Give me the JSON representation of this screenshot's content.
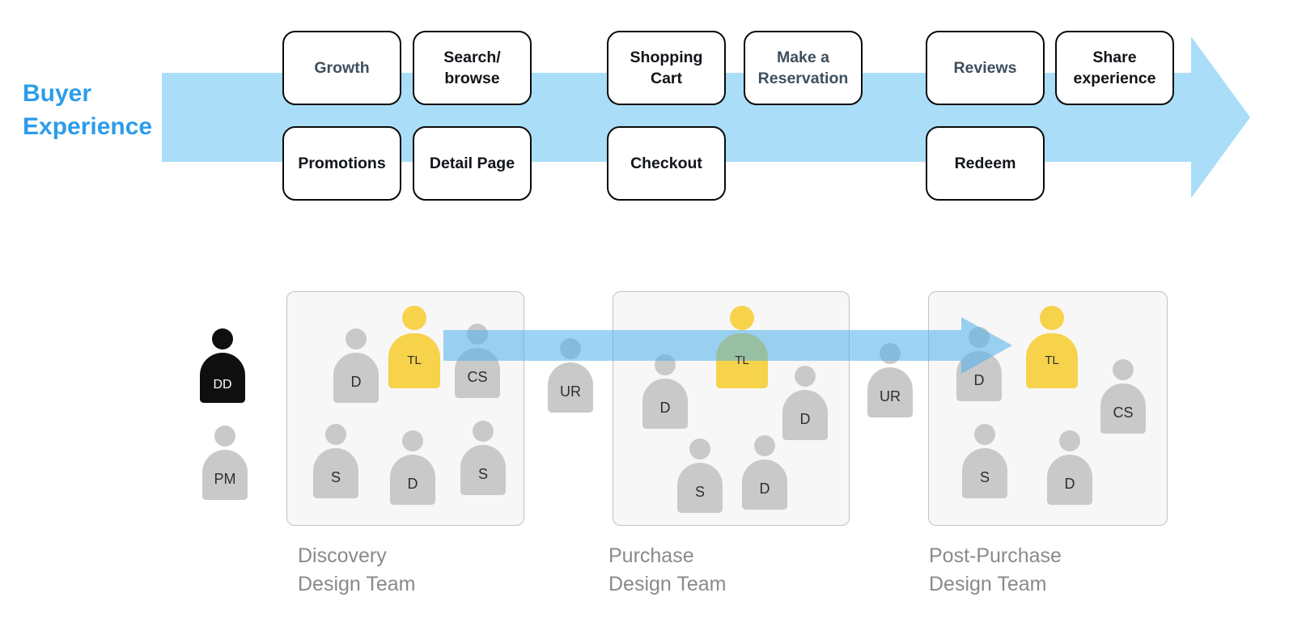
{
  "title": "Buyer\nExperience",
  "colors": {
    "title": "#2D9CEA",
    "journey_arrow": "#A9DDF8",
    "team_arrow": "rgba(77,175,235,0.55)",
    "person_gray": "#C9C9C9",
    "person_yellow": "#F7D24B",
    "person_black": "#0F0F0F",
    "stage_border": "#0A0A0A",
    "team_box_bg": "#F7F7F7",
    "team_box_border": "#C2C2C2",
    "caption_text": "#8A8A8A"
  },
  "journey": {
    "stages": [
      {
        "label": "Growth",
        "tone": "slate"
      },
      {
        "label": "Search/\nbrowse",
        "tone": "dark"
      },
      {
        "label": "Shopping\nCart",
        "tone": "dark"
      },
      {
        "label": "Make a\nReservation",
        "tone": "slate"
      },
      {
        "label": "Reviews",
        "tone": "slate"
      },
      {
        "label": "Share\nexperience",
        "tone": "dark"
      },
      {
        "label": "Promotions",
        "tone": "dark"
      },
      {
        "label": "Detail Page",
        "tone": "dark"
      },
      {
        "label": "Checkout",
        "tone": "dark"
      },
      {
        "label": "Redeem",
        "tone": "dark"
      }
    ]
  },
  "org": {
    "left_roles": [
      {
        "label": "DD"
      },
      {
        "label": "PM"
      }
    ],
    "between_roles": [
      {
        "label": "UR"
      },
      {
        "label": "UR"
      }
    ],
    "teams": [
      {
        "caption": "Discovery\nDesign Team",
        "members": [
          "D",
          "TL",
          "CS",
          "S",
          "D",
          "S"
        ]
      },
      {
        "caption": "Purchase\nDesign Team",
        "members": [
          "D",
          "TL",
          "D",
          "S",
          "D"
        ]
      },
      {
        "caption": "Post-Purchase\nDesign Team",
        "members": [
          "D",
          "TL",
          "CS",
          "S",
          "D"
        ]
      }
    ]
  }
}
